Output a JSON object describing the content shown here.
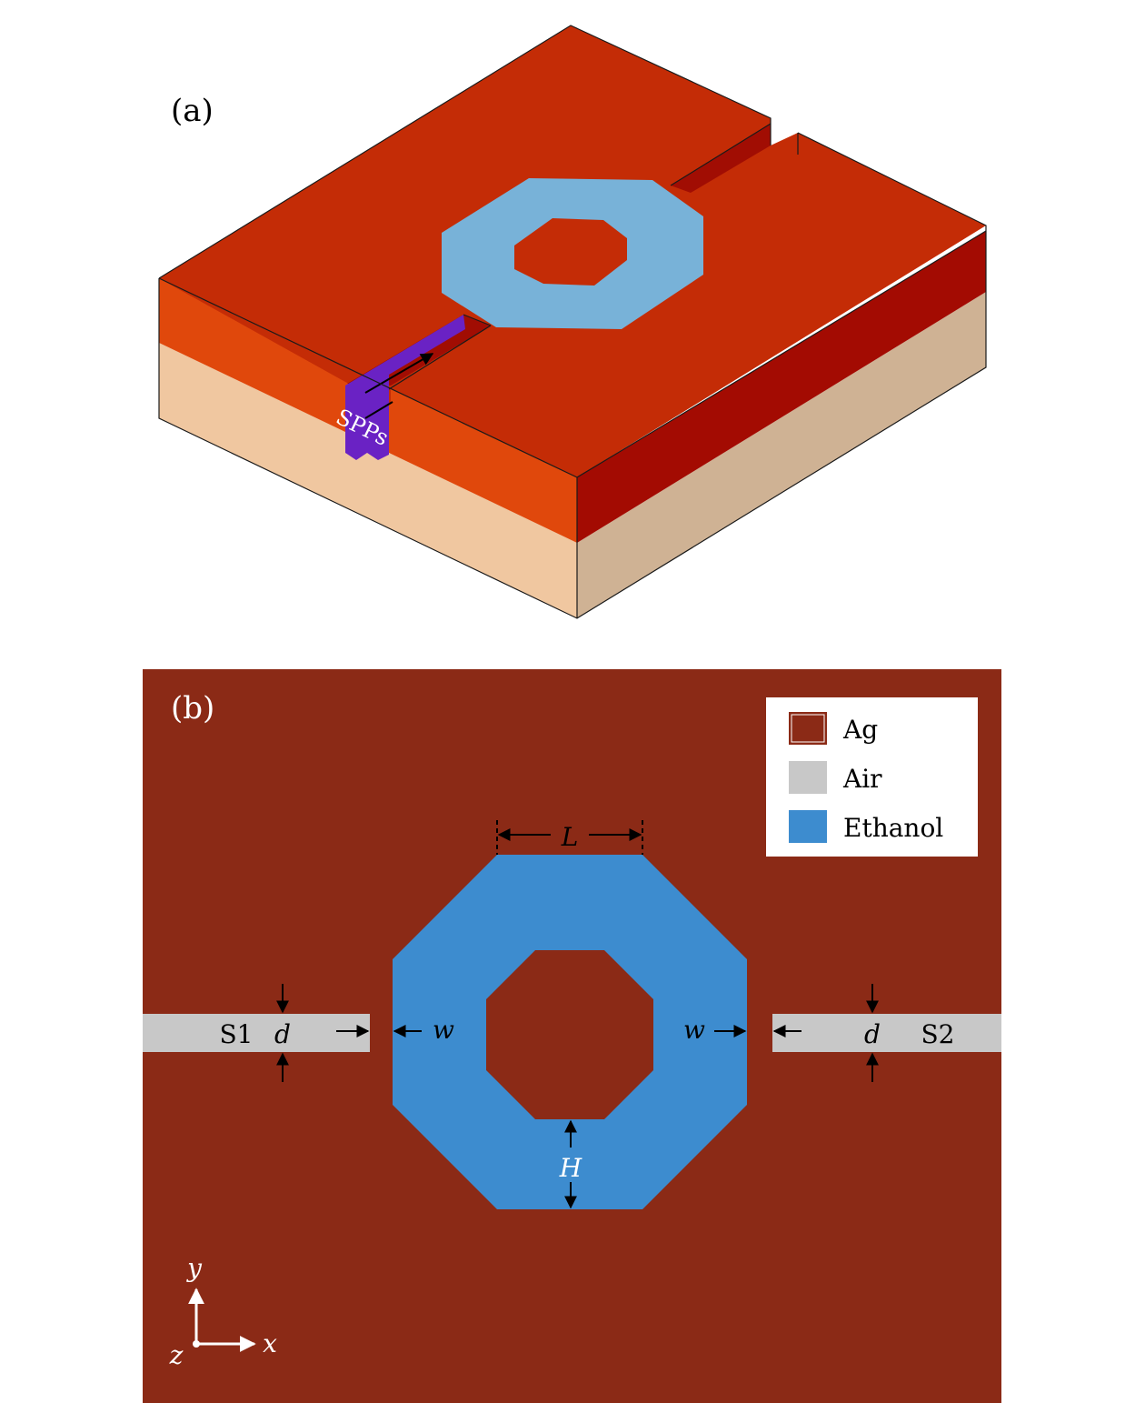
{
  "panel_a": {
    "label": "(a)",
    "spps_label": "SPPs",
    "colors": {
      "top": "#c42c06",
      "front_metal": "#e0480c",
      "right_metal": "#a30b02",
      "front_substrate": "#f0c7a0",
      "right_substrate": "#cfb294",
      "ring": "#78b2d8",
      "inner": "#c42c06",
      "slit_wall": "#a10d03",
      "spps": "#6a22c4",
      "edge": "#1a1a1a"
    }
  },
  "panel_b": {
    "label": "(b)",
    "legend": [
      {
        "label": "Ag",
        "color": "#8b2a16"
      },
      {
        "label": "Air",
        "color": "#c8c8c8"
      },
      {
        "label": "Ethanol",
        "color": "#3d8ccf"
      }
    ],
    "labels": {
      "s1": "S1",
      "s2": "S2",
      "d": "d",
      "w": "w",
      "L": "L",
      "H": "H"
    },
    "axes": {
      "x": "x",
      "y": "y",
      "z": "z"
    },
    "colors": {
      "background": "#8b2a16",
      "air": "#c8c8c8",
      "ethanol": "#3d8ccf",
      "annotation": "#000000",
      "axis": "#ffffff"
    }
  }
}
